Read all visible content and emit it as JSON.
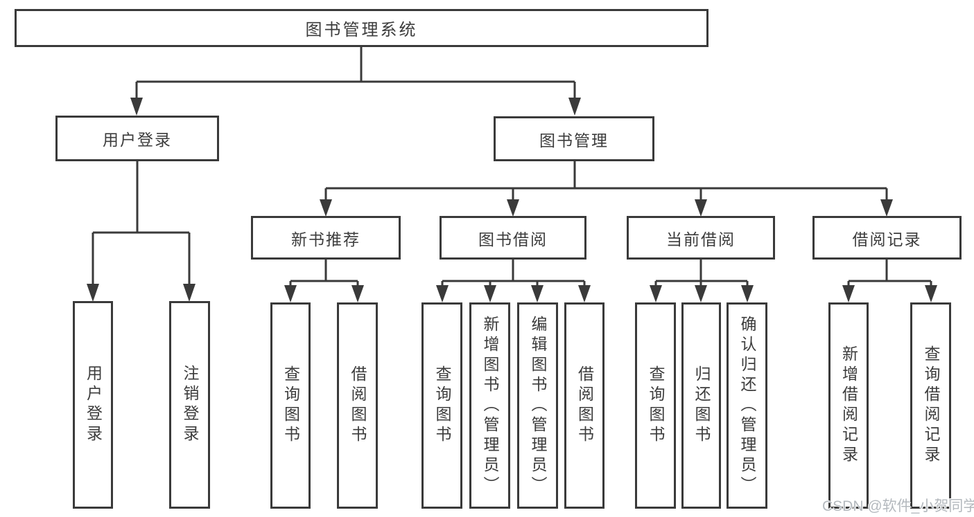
{
  "tree": {
    "root": {
      "label": "图书管理系统"
    },
    "branches": [
      {
        "label": "用户登录",
        "children": [
          {
            "label": "用户登录"
          },
          {
            "label": "注销登录"
          }
        ]
      },
      {
        "label": "图书管理",
        "children": [
          {
            "label": "新书推荐",
            "children": [
              {
                "label": "查询图书"
              },
              {
                "label": "借阅图书"
              }
            ]
          },
          {
            "label": "图书借阅",
            "children": [
              {
                "label": "查询图书"
              },
              {
                "label": "新增图书（管理员）"
              },
              {
                "label": "编辑图书（管理员）"
              },
              {
                "label": "借阅图书"
              }
            ]
          },
          {
            "label": "当前借阅",
            "children": [
              {
                "label": "查询图书"
              },
              {
                "label": "归还图书"
              },
              {
                "label": "确认归还（管理员）"
              }
            ]
          },
          {
            "label": "借阅记录",
            "children": [
              {
                "label": "新增借阅记录"
              },
              {
                "label": "查询借阅记录"
              }
            ]
          }
        ]
      }
    ]
  },
  "watermark": {
    "text": "CSDN @软件_小贺同学"
  },
  "colors": {
    "line": "#3a3a3a",
    "text": "#3c3c3c",
    "box_background": "#ffffff",
    "watermark": "#b4b9be"
  }
}
